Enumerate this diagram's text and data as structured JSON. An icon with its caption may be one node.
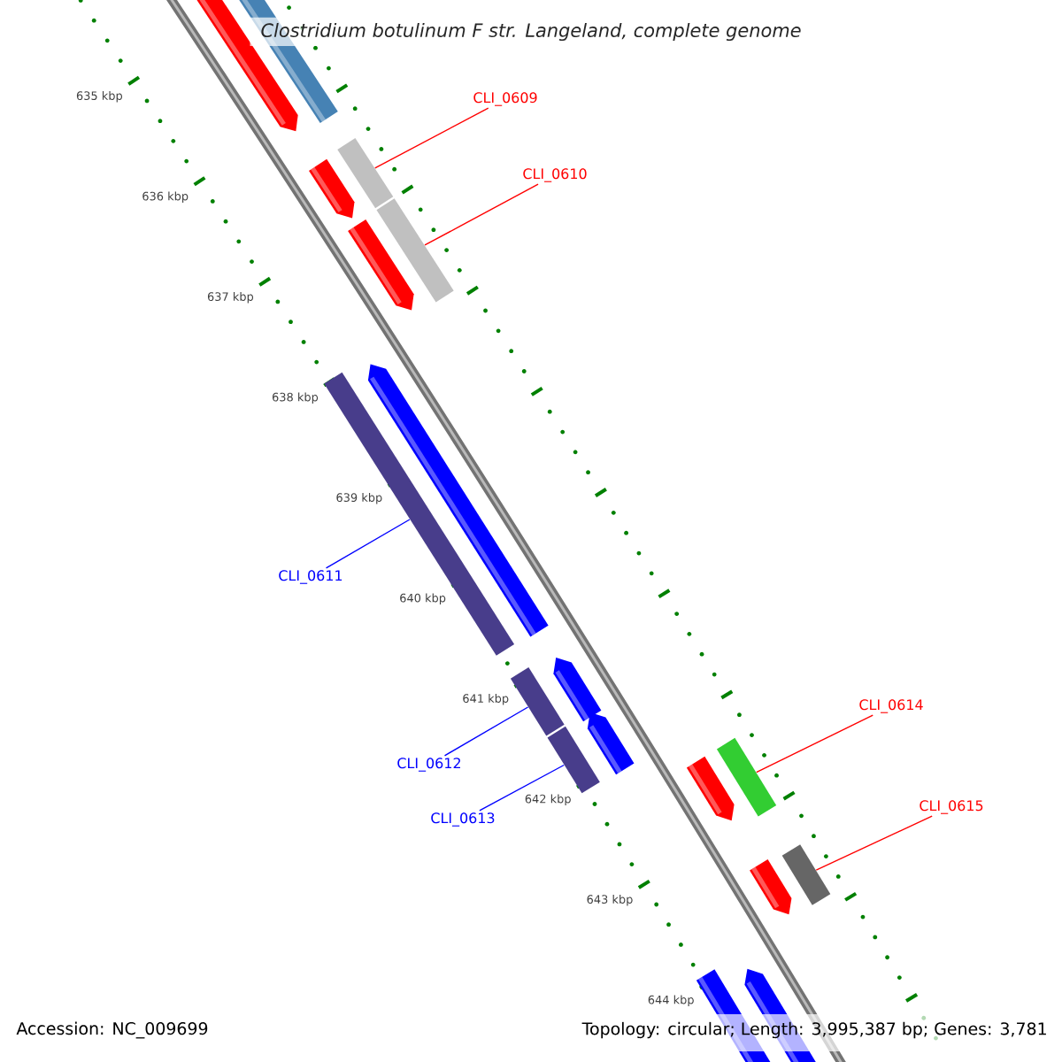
{
  "diagram": {
    "title": "Clostridium botulinum F str. Langeland, complete genome",
    "nodes": [
      {
        "text": [
          "CLI_0609"
        ]
      },
      {
        "text": [
          "CLI_0610"
        ]
      },
      {
        "text": [
          "CLI_0611"
        ]
      },
      {
        "text": [
          "CLI_0612"
        ]
      },
      {
        "text": [
          "CLI_0613"
        ]
      },
      {
        "text": [
          "CLI_0614"
        ]
      },
      {
        "text": [
          "CLI_0615"
        ]
      },
      {
        "text": [],
        "shape": "bar"
      },
      {
        "text": [],
        "shape": "bar"
      },
      {
        "text": [],
        "shape": "bar"
      },
      {
        "text": [],
        "shape": "bar"
      },
      {
        "text": [],
        "shape": "bar"
      },
      {
        "text": [],
        "shape": "bar"
      },
      {
        "text": [],
        "shape": "bar"
      }
    ],
    "edges": [
      {
        "from": 0,
        "to": 7,
        "arrow": "none"
      },
      {
        "from": 1,
        "to": 8,
        "arrow": "none"
      },
      {
        "from": 2,
        "to": 9,
        "arrow": "none",
        "color": "#0000ff"
      },
      {
        "from": 3,
        "to": 10,
        "arrow": "none",
        "color": "#0000ff"
      },
      {
        "from": 4,
        "to": 11,
        "arrow": "none",
        "color": "#0000ff"
      },
      {
        "from": 5,
        "to": 12,
        "arrow": "none"
      },
      {
        "from": 6,
        "to": 13,
        "arrow": "none"
      }
    ],
    "labels": [
      "635 kbp",
      "636 kbp",
      "637 kbp",
      "638 kbp",
      "639 kbp",
      "640 kbp",
      "641 kbp",
      "642 kbp",
      "643 kbp",
      "644 kbp",
      "Accession: NC_009699",
      "Topology: circular; Length: 3,995,387 bp; Genes: 3,781"
    ]
  }
}
